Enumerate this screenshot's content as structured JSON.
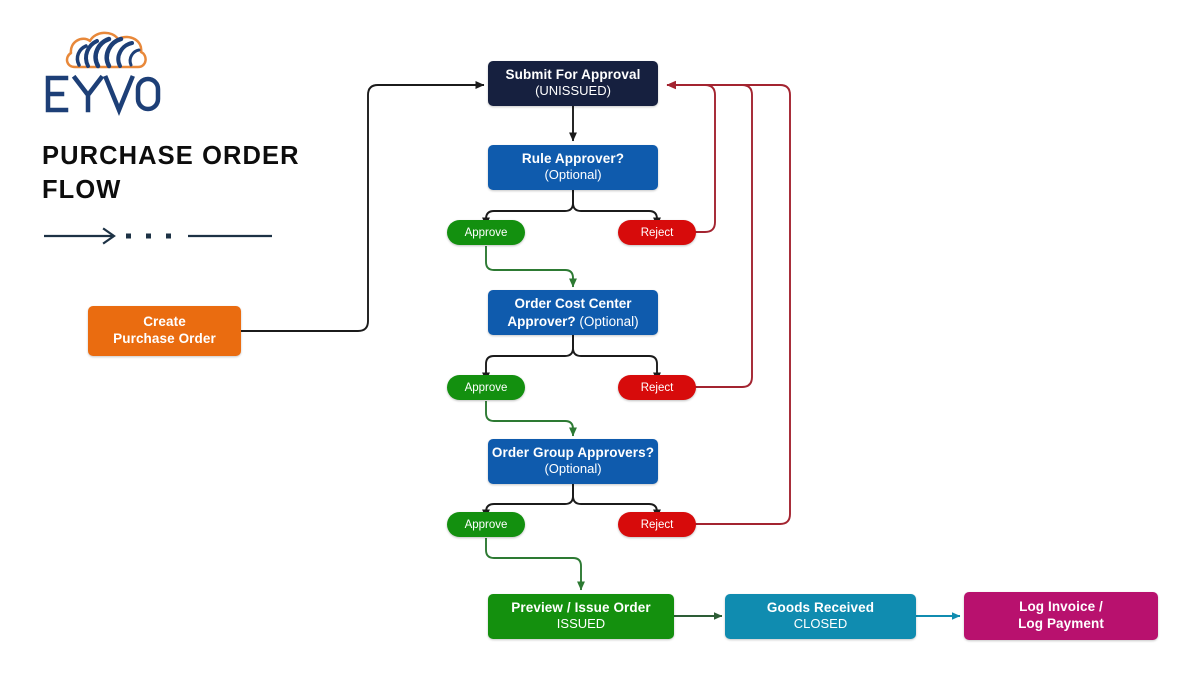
{
  "brand": {
    "logo_icon": "eyvo-cloud-logo-icon",
    "wordmark": "EYVO",
    "title": "PURCHASE ORDER FLOW",
    "title_line1": "PURCHASE ORDER",
    "title_line2": "FLOW",
    "rule_icon": "arrow-dots-rule-icon",
    "colors": {
      "navy": "#16305c",
      "orange": "#e8883a",
      "wordmark": "#1d3f77"
    }
  },
  "diagram": {
    "type": "flowchart",
    "nodes": [
      {
        "id": "create-purchase-order",
        "title": "Create Purchase Order",
        "title_line1": "Create",
        "title_line2": "Purchase Order",
        "status": "",
        "color": "#ea6c10",
        "shape": "rounded-rect"
      },
      {
        "id": "submit-for-approval",
        "title": "Submit For Approval",
        "status": "(UNISSUED)",
        "color": "#16203f",
        "shape": "rounded-rect"
      },
      {
        "id": "rule-approver",
        "title": "Rule Approver?",
        "status": "(Optional)",
        "color": "#0f5bad",
        "shape": "rounded-rect"
      },
      {
        "id": "order-cost-center-approver",
        "title": "Order Cost Center Approver?",
        "title_line1": "Order Cost Center",
        "title_line2_bold": "Approver?",
        "title_line2_normal": "(Optional)",
        "status": "(Optional)",
        "color": "#0f5bad",
        "shape": "rounded-rect"
      },
      {
        "id": "order-group-approvers",
        "title": "Order Group Approvers?",
        "status": "(Optional)",
        "color": "#0f5bad",
        "shape": "rounded-rect"
      },
      {
        "id": "preview-issue-order",
        "title": "Preview / Issue Order",
        "status": "ISSUED",
        "color": "#14900e",
        "shape": "rounded-rect"
      },
      {
        "id": "goods-received",
        "title": "Goods Received",
        "status": "CLOSED",
        "color": "#108cb0",
        "shape": "rounded-rect"
      },
      {
        "id": "log-invoice-log-payment",
        "title": "Log Invoice / Log Payment",
        "title_line1": "Log Invoice /",
        "title_line2": "Log Payment",
        "status": "",
        "color": "#b8116e",
        "shape": "rounded-rect"
      }
    ],
    "decision_pills": [
      {
        "id": "approve-1",
        "label": "Approve",
        "color": "#13900f"
      },
      {
        "id": "reject-1",
        "label": "Reject",
        "color": "#d70b0b"
      },
      {
        "id": "approve-2",
        "label": "Approve",
        "color": "#13900f"
      },
      {
        "id": "reject-2",
        "label": "Reject",
        "color": "#d70b0b"
      },
      {
        "id": "approve-3",
        "label": "Approve",
        "color": "#13900f"
      },
      {
        "id": "reject-3",
        "label": "Reject",
        "color": "#d70b0b"
      }
    ],
    "edges": [
      {
        "from": "create-purchase-order",
        "to": "submit-for-approval",
        "color": "#1b1b1b"
      },
      {
        "from": "submit-for-approval",
        "to": "rule-approver",
        "color": "#1b1b1b"
      },
      {
        "from": "rule-approver",
        "to": "approve-1",
        "color": "#1b1b1b"
      },
      {
        "from": "rule-approver",
        "to": "reject-1",
        "color": "#1b1b1b"
      },
      {
        "from": "approve-1",
        "to": "order-cost-center-approver",
        "color": "#2d7a33"
      },
      {
        "from": "reject-1",
        "to": "submit-for-approval",
        "color": "#a32430"
      },
      {
        "from": "order-cost-center-approver",
        "to": "approve-2",
        "color": "#1b1b1b"
      },
      {
        "from": "order-cost-center-approver",
        "to": "reject-2",
        "color": "#1b1b1b"
      },
      {
        "from": "approve-2",
        "to": "order-group-approvers",
        "color": "#2d7a33"
      },
      {
        "from": "reject-2",
        "to": "submit-for-approval",
        "color": "#a32430"
      },
      {
        "from": "order-group-approvers",
        "to": "approve-3",
        "color": "#1b1b1b"
      },
      {
        "from": "order-group-approvers",
        "to": "reject-3",
        "color": "#1b1b1b"
      },
      {
        "from": "approve-3",
        "to": "preview-issue-order",
        "color": "#2d7a33"
      },
      {
        "from": "reject-3",
        "to": "submit-for-approval",
        "color": "#a32430"
      },
      {
        "from": "preview-issue-order",
        "to": "goods-received",
        "color": "#2d5d36"
      },
      {
        "from": "goods-received",
        "to": "log-invoice-log-payment",
        "color": "#108cb0"
      }
    ]
  }
}
